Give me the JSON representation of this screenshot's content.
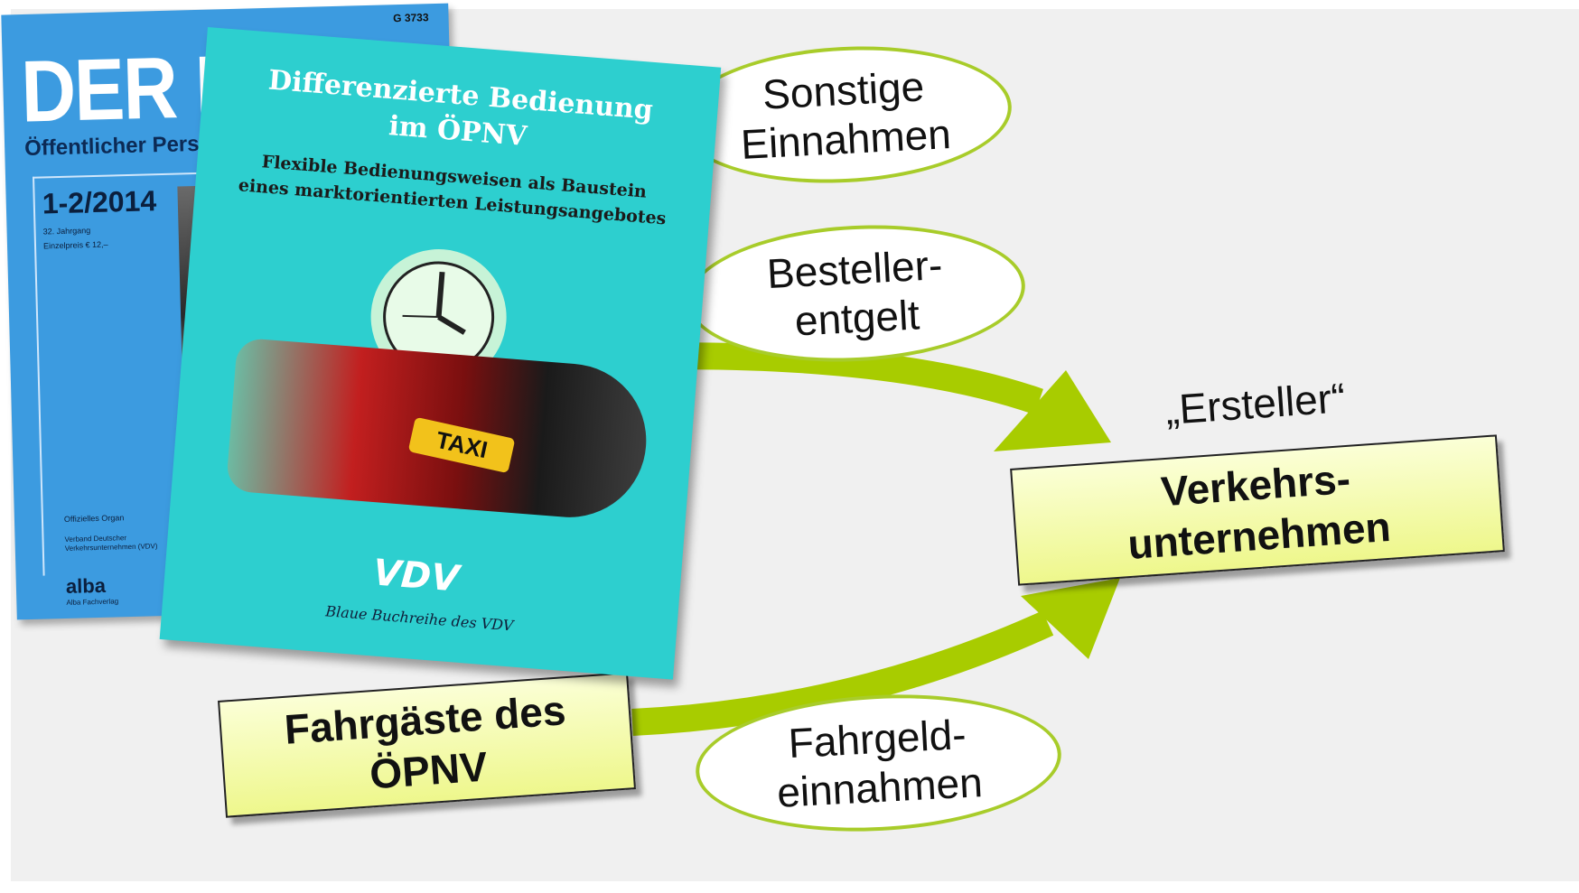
{
  "magazine": {
    "code": "G 3733",
    "title": "DER NAHV",
    "subtitle": "Öffentlicher Personenver",
    "issue": "1-2/2014",
    "year": "32. Jahrgang",
    "price": "Einzelpreis € 12,–",
    "organ": "Offizielles Organ",
    "association": "Verband Deutscher\nVerkehrsunternehmen (VDV)",
    "publisher_logo": "alba",
    "publisher": "Alba Fachverlag",
    "colors": {
      "cover": "#3c9be0",
      "stripe": "#2f7fc4"
    }
  },
  "book": {
    "title": "Differenzierte Bedienung\nim ÖPNV",
    "subtitle": "Flexible Bedienungsweisen als Baustein\neines marktorientierten Leistungsangebotes",
    "taxi_sign": "TAXI",
    "logo": "VDV",
    "series": "Blaue Buchreihe des VDV",
    "colors": {
      "cover": "#2dcfcf"
    }
  },
  "diagram": {
    "ellipse_top": "Sonstige\nEinnahmen",
    "ellipse_middle": "Besteller-\nentgelt",
    "ellipse_bottom": "Fahrgeld-\neinnahmen",
    "ersteller_label": "„Ersteller“",
    "box_right": "Verkehrs-\nunternehmen",
    "box_left": "Fahrgäste des\nÖPNV",
    "colors": {
      "arrow": "#a8cc00",
      "ellipse_border": "#a8cc2a"
    }
  }
}
